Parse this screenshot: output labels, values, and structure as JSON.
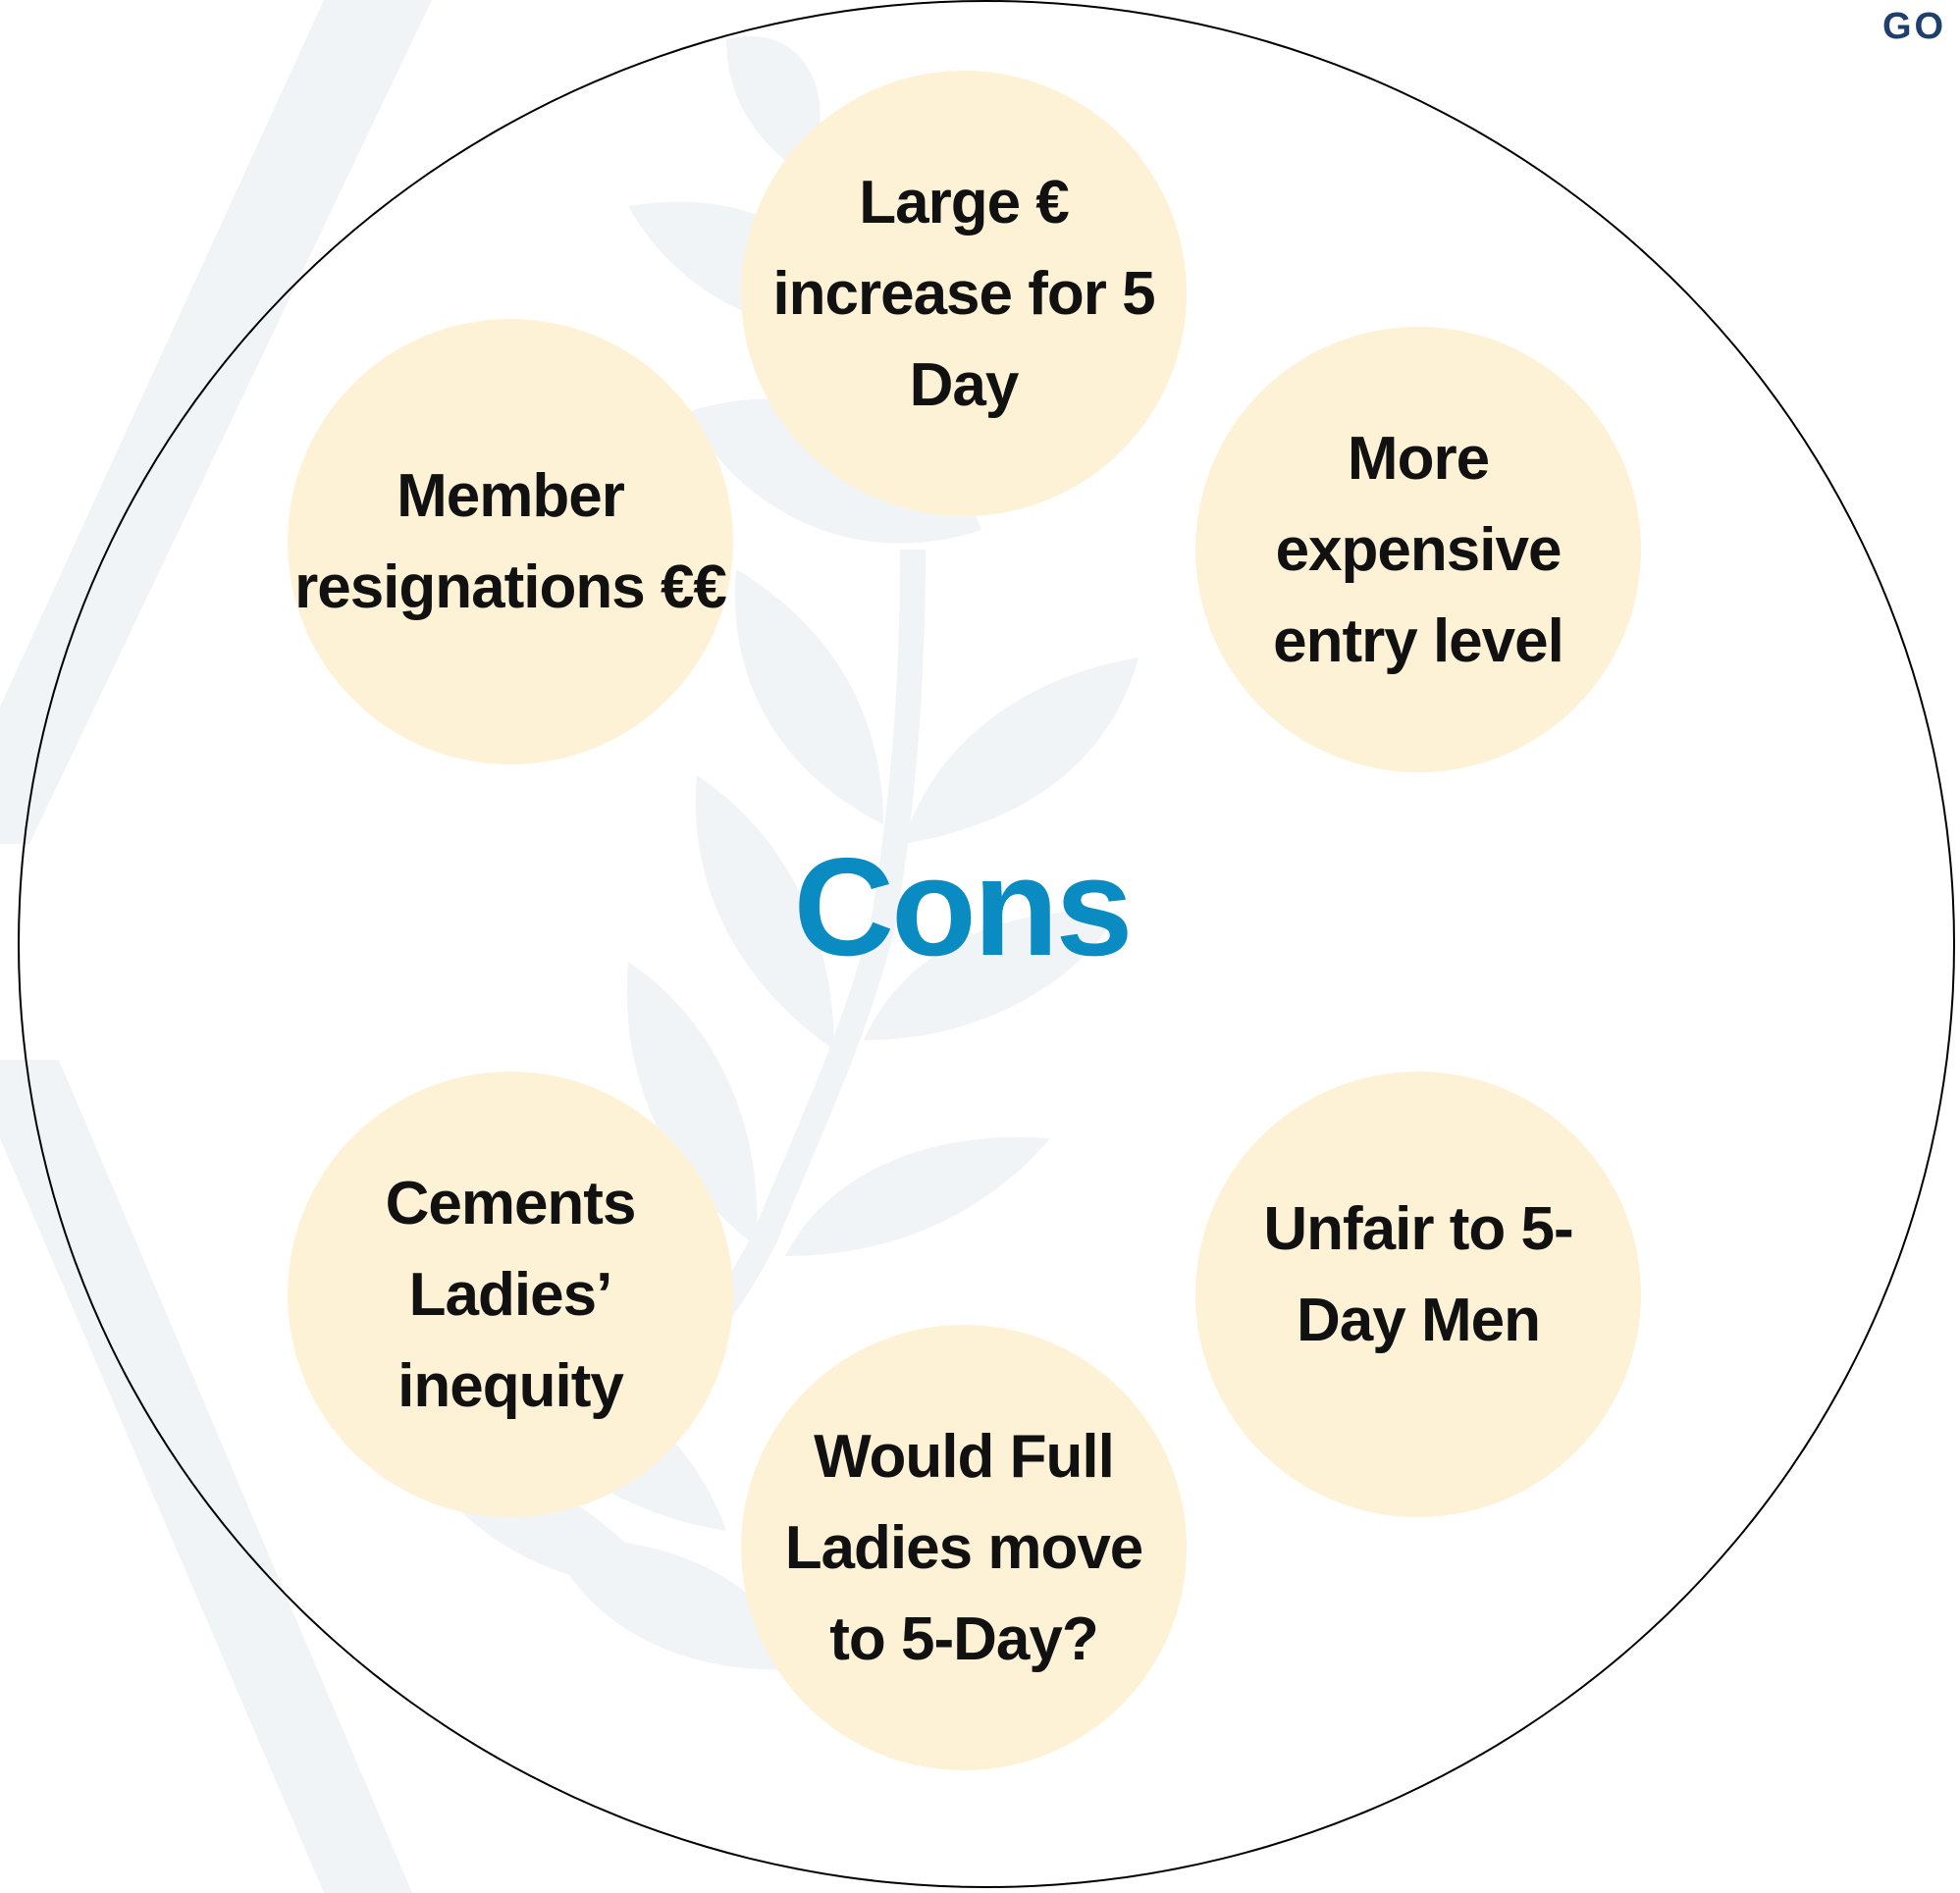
{
  "header": {
    "corner_text": "GO"
  },
  "diagram": {
    "center_title": "Cons",
    "items": [
      {
        "text": "Large € increase for 5 Day"
      },
      {
        "text": "Member resignations €€"
      },
      {
        "text": "More expensive entry level"
      },
      {
        "text": "Cements Ladies’ inequity"
      },
      {
        "text": "Unfair to 5-Day Men"
      },
      {
        "text": "Would Full Ladies move to 5-Day?"
      }
    ]
  },
  "colors": {
    "title": "#0a8bc2",
    "bubble_fill": "#fdf1d6",
    "watermark": "#f1f4f7",
    "corner_text": "#1f3f6e"
  }
}
